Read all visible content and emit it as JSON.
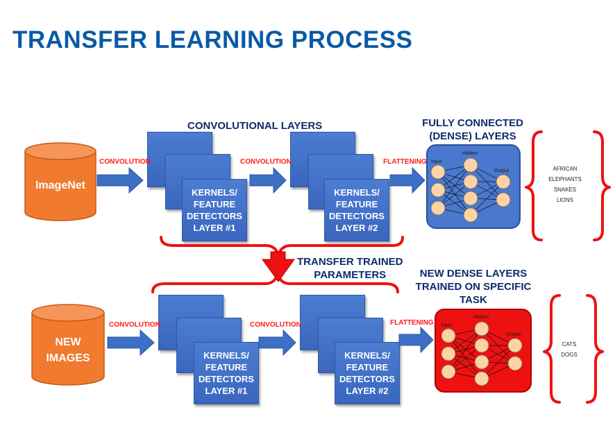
{
  "title": "TRANSFER LEARNING PROCESS",
  "colors": {
    "title": "#0a5aa6",
    "cylinder": "#f07a2e",
    "layer_blue": "#3a66be",
    "arrow_blue": "#3d6fc4",
    "label_red": "#ff1a1a",
    "heading_navy": "#0d2b6b",
    "neuron": "#fcd3a6",
    "brace_red": "#ee1111"
  },
  "top_row": {
    "source": "ImageNet",
    "op1": "CONVOLUTION",
    "op2": "CONVOLUTION",
    "op3": "FLATTENING",
    "conv_heading": "CONVOLUTIONAL LAYERS",
    "layer1": [
      "KERNELS/",
      "FEATURE",
      "DETECTORS",
      "LAYER #1"
    ],
    "layer2": [
      "KERNELS/",
      "FEATURE",
      "DETECTORS",
      "LAYER #2"
    ],
    "dense_heading": [
      "FULLY CONNECTED",
      "(DENSE) LAYERS"
    ],
    "nn_labels": {
      "input": "Input",
      "hidden": "Hidden",
      "output": "Output"
    },
    "outputs": [
      "AFRICAN",
      "ELEPHANTS",
      "SNAKES",
      "LIONS"
    ]
  },
  "transfer": {
    "label": [
      "TRANSFER TRAINED",
      "PARAMETERS"
    ],
    "arrow_icon": "down-arrow-icon"
  },
  "bottom_row": {
    "source": [
      "NEW",
      "IMAGES"
    ],
    "op1": "CONVOLUTION",
    "op2": "CONVOLUTION",
    "op3": "FLATTENING",
    "layer1": [
      "KERNELS/",
      "FEATURE",
      "DETECTORS",
      "LAYER #1"
    ],
    "layer2": [
      "KERNELS/",
      "FEATURE",
      "DETECTORS",
      "LAYER #2"
    ],
    "dense_heading": [
      "NEW DENSE LAYERS",
      "TRAINED ON SPECIFIC",
      "TASK"
    ],
    "nn_labels": {
      "input": "Input",
      "hidden": "Hidden",
      "output": "Output"
    },
    "outputs": [
      "CATS",
      "DOGS"
    ]
  }
}
